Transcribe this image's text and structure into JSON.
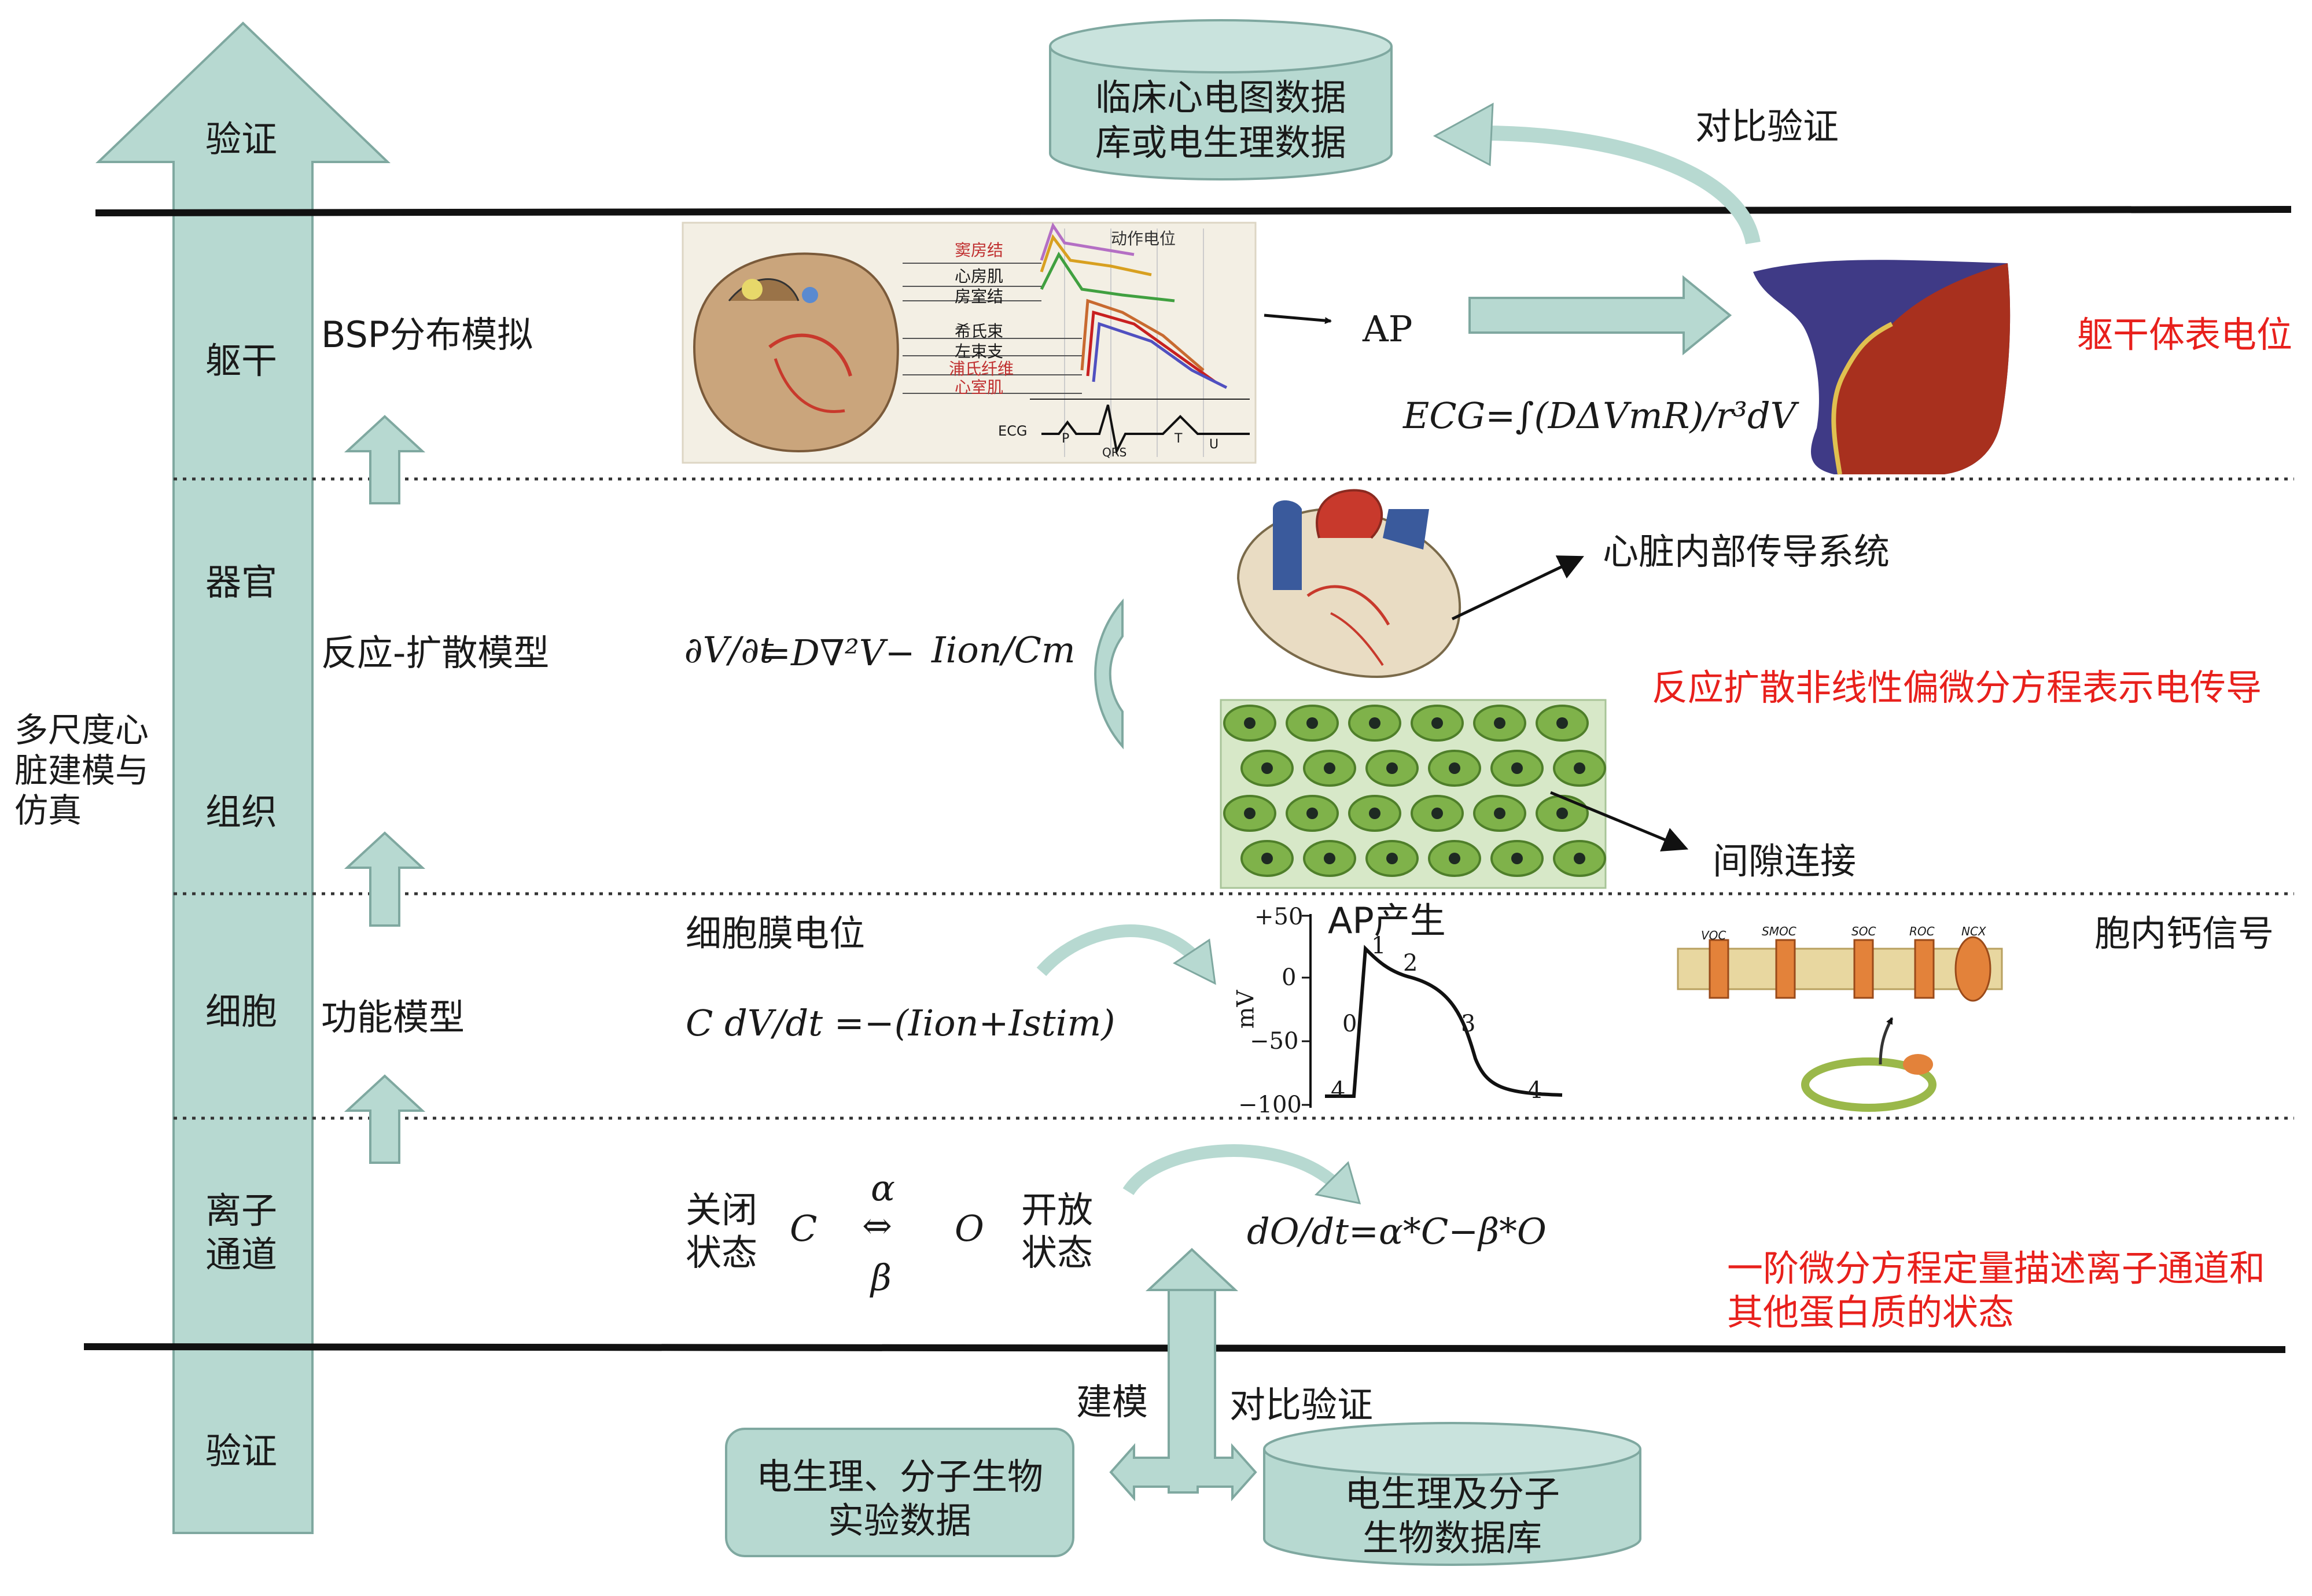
{
  "colors": {
    "arrow_fill": "#b7d9d1",
    "arrow_stroke": "#7fa8a0",
    "accent_red": "#e8201c",
    "torso_blue": "#3f3a86",
    "torso_red": "#a8301e",
    "cell_green": "#7fb24a",
    "heart_red": "#c8392c",
    "heart_blue": "#3a5a9c"
  },
  "scale_axis": {
    "main_label": "多尺度心\n脏建模与\n仿真",
    "top_label": "验证",
    "bottom_label": "验证",
    "levels": [
      "躯干",
      "器官",
      "组织",
      "细胞",
      "离子\n通道"
    ]
  },
  "models": {
    "bsp": "BSP分布模拟",
    "reaction_diffusion": "反应-扩散模型",
    "functional": "功能模型"
  },
  "top_db": {
    "label": "临床心电图数据\n库或电生理数据",
    "compare": "对比验证"
  },
  "torso": {
    "ap": "AP",
    "ecg_equation": "ECG=∫(DΔVmR)/r³dV",
    "result": "躯干体表电位"
  },
  "organ": {
    "equation_lhs": "∂V/∂t",
    "equation_mid": "=D∇²V−",
    "equation_rhs": "Iion/Cm",
    "conduction": "心脏内部传导系统",
    "pde_note": "反应扩散非线性偏微分方程表示电传导",
    "gap": "间隙连接"
  },
  "cell": {
    "membrane": "细胞膜电位",
    "equation": "C dV/dt =−(Iion+Istim)",
    "ap_gen": "AP产生",
    "calcium": "胞内钙信号",
    "ap_axis": {
      "ylabel": "mV",
      "ticks": [
        "+50",
        "0",
        "−50",
        "−100"
      ],
      "phases": [
        "0",
        "1",
        "2",
        "3",
        "4",
        "4"
      ]
    }
  },
  "ion": {
    "closed": "关闭\n状态",
    "open": "开放\n状态",
    "C": "C",
    "O": "O",
    "alpha": "α",
    "beta": "β",
    "exchange": "⇔",
    "equation": "dO/dt=α*C−β*O",
    "note": "一阶微分方程定量描述离子通道和\n其他蛋白质的状态"
  },
  "bottom": {
    "build": "建模",
    "compare": "对比验证",
    "exp_data": "电生理、分子生物\n实验数据",
    "db": "电生理及分子\n生物数据库"
  },
  "ecg_figure": {
    "labels": [
      "窦房结",
      "心房肌",
      "房室结",
      "希氏束",
      "左束支",
      "浦氏纤维",
      "心室肌"
    ],
    "title": "动作电位",
    "ecg": "ECG",
    "waves": [
      "P",
      "QRS",
      "T",
      "U"
    ]
  },
  "calcium_figure": {
    "channels": [
      "VOC",
      "SMOC",
      "SOC",
      "ROC",
      "NCX"
    ]
  }
}
